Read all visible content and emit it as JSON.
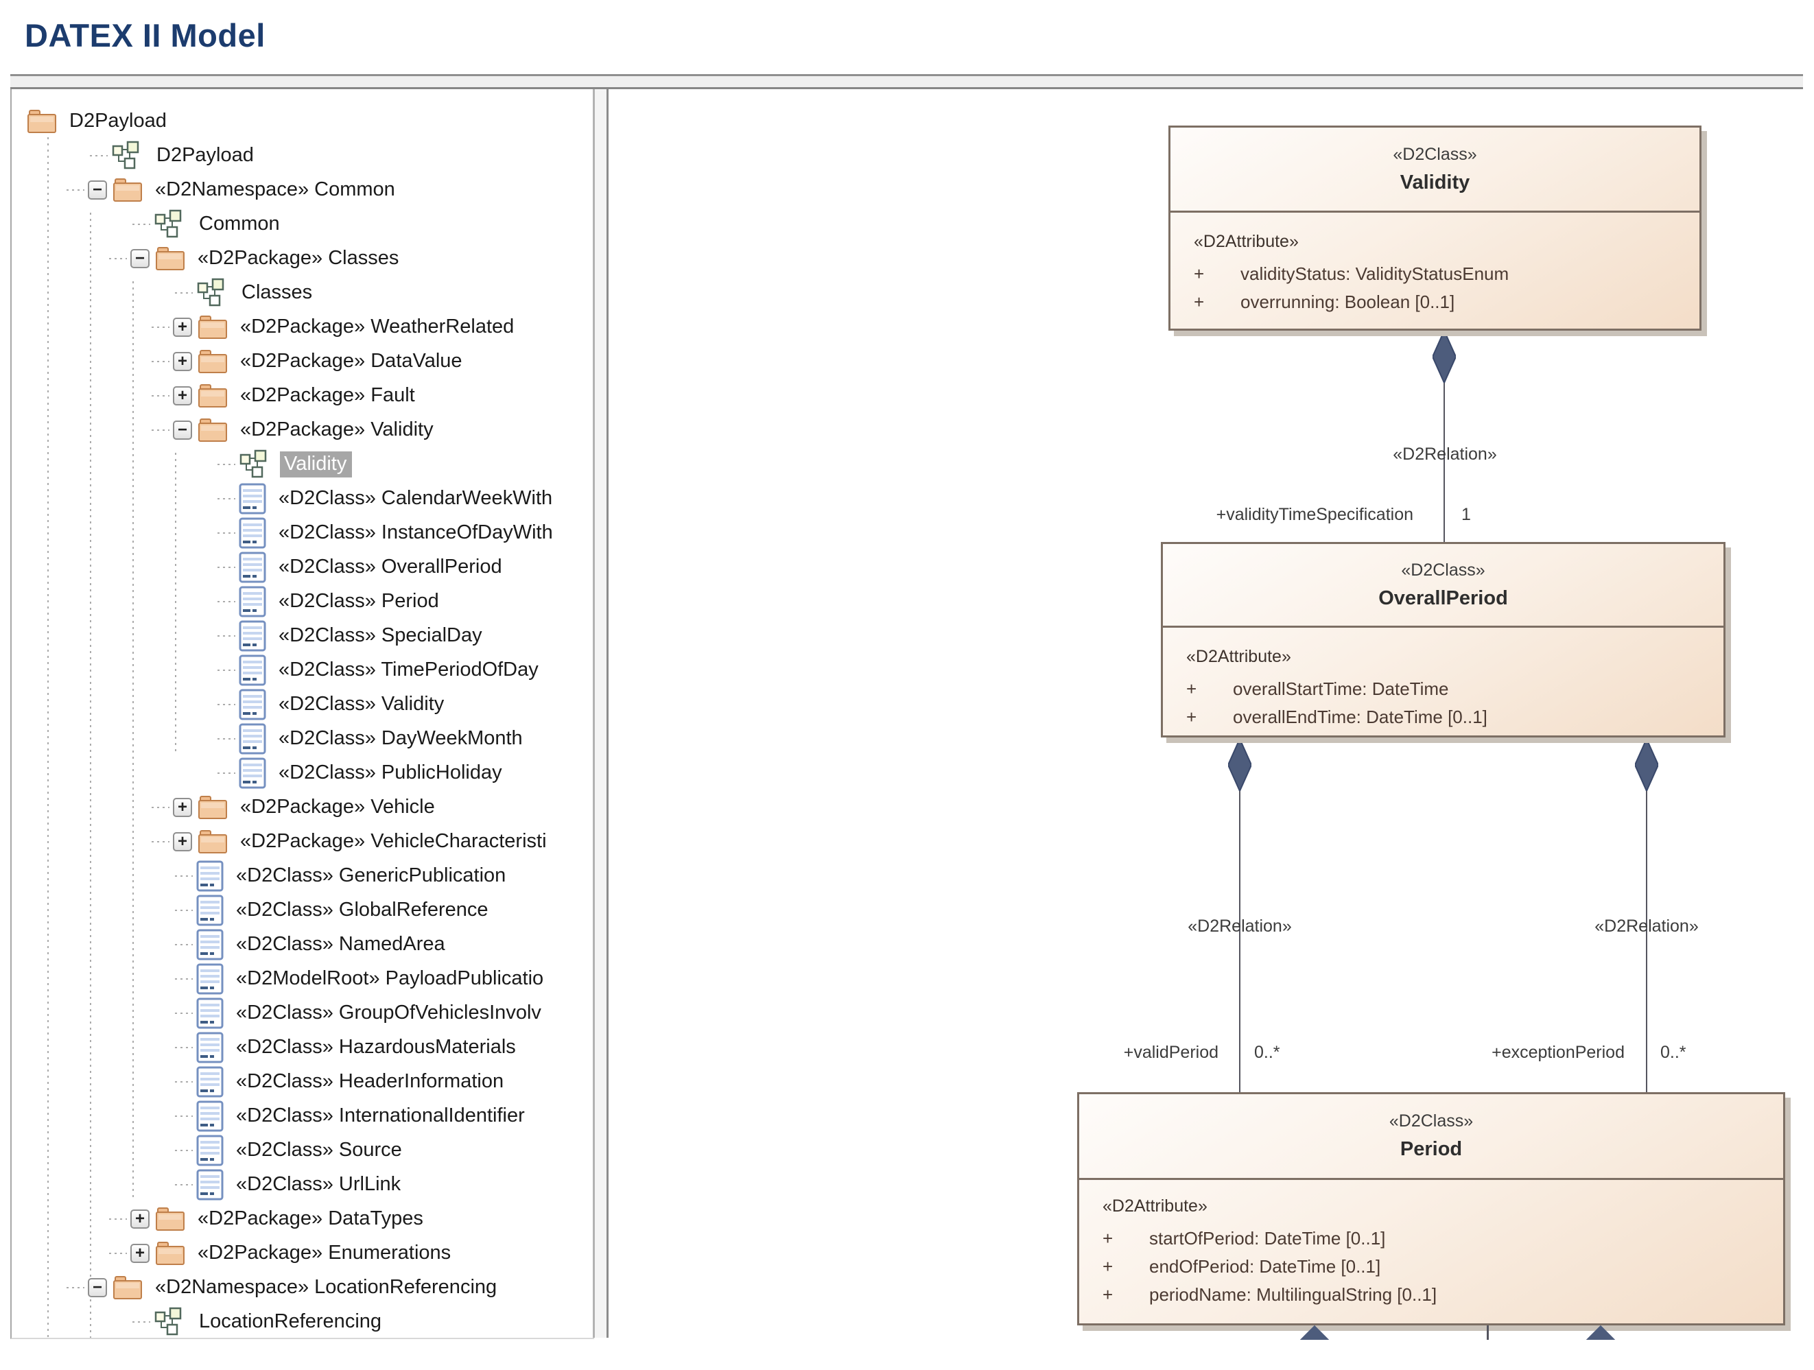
{
  "page": {
    "title": "DATEX II Model"
  },
  "colors": {
    "title_text": "#1c3c6e",
    "box_fill_light": "#fefcfa",
    "box_fill_dark": "#f3ddc8",
    "box_border": "#7d6f64",
    "box_shadow": "#c9c2b9",
    "diamond": "#4d5c7c",
    "relation_line": "#55555f",
    "selected_row_bg": "#a6a6a6",
    "selected_row_text": "#ffffff",
    "folder_fill": "#f0bc8d",
    "folder_border": "#bf7f4a",
    "class_icon_border": "#7590c0"
  },
  "tree": {
    "items": [
      {
        "label": "D2Payload",
        "icon": "folder",
        "expander": "none",
        "level": 0,
        "root": true
      },
      {
        "label": "D2Payload",
        "icon": "diagram",
        "expander": "none",
        "level": 1
      },
      {
        "label": "«D2Namespace» Common",
        "icon": "folder",
        "expander": "minus",
        "level": 1
      },
      {
        "label": "Common",
        "icon": "diagram",
        "expander": "none",
        "level": 2
      },
      {
        "label": "«D2Package» Classes",
        "icon": "folder",
        "expander": "minus",
        "level": 2
      },
      {
        "label": "Classes",
        "icon": "diagram",
        "expander": "none",
        "level": 3
      },
      {
        "label": "«D2Package» WeatherRelated",
        "icon": "folder",
        "expander": "plus",
        "level": 3
      },
      {
        "label": "«D2Package» DataValue",
        "icon": "folder",
        "expander": "plus",
        "level": 3
      },
      {
        "label": "«D2Package» Fault",
        "icon": "folder",
        "expander": "plus",
        "level": 3
      },
      {
        "label": "«D2Package» Validity",
        "icon": "folder",
        "expander": "minus",
        "level": 3
      },
      {
        "label": "Validity",
        "icon": "diagram",
        "expander": "none",
        "level": 4,
        "selected": true
      },
      {
        "label": "«D2Class» CalendarWeekWith",
        "icon": "class",
        "expander": "none",
        "level": 4
      },
      {
        "label": "«D2Class» InstanceOfDayWith",
        "icon": "class",
        "expander": "none",
        "level": 4
      },
      {
        "label": "«D2Class» OverallPeriod",
        "icon": "class",
        "expander": "none",
        "level": 4
      },
      {
        "label": "«D2Class» Period",
        "icon": "class",
        "expander": "none",
        "level": 4
      },
      {
        "label": "«D2Class» SpecialDay",
        "icon": "class",
        "expander": "none",
        "level": 4
      },
      {
        "label": "«D2Class» TimePeriodOfDay",
        "icon": "class",
        "expander": "none",
        "level": 4
      },
      {
        "label": "«D2Class» Validity",
        "icon": "class",
        "expander": "none",
        "level": 4
      },
      {
        "label": "«D2Class» DayWeekMonth",
        "icon": "class",
        "expander": "none",
        "level": 4
      },
      {
        "label": "«D2Class» PublicHoliday",
        "icon": "class",
        "expander": "none",
        "level": 4
      },
      {
        "label": "«D2Package» Vehicle",
        "icon": "folder",
        "expander": "plus",
        "level": 3
      },
      {
        "label": "«D2Package» VehicleCharacteristi",
        "icon": "folder",
        "expander": "plus",
        "level": 3
      },
      {
        "label": "«D2Class» GenericPublication",
        "icon": "class",
        "expander": "none",
        "level": 3
      },
      {
        "label": "«D2Class» GlobalReference",
        "icon": "class",
        "expander": "none",
        "level": 3
      },
      {
        "label": "«D2Class» NamedArea",
        "icon": "class",
        "expander": "none",
        "level": 3
      },
      {
        "label": "«D2ModelRoot» PayloadPublicatio",
        "icon": "class",
        "expander": "none",
        "level": 3
      },
      {
        "label": "«D2Class» GroupOfVehiclesInvolv",
        "icon": "class",
        "expander": "none",
        "level": 3
      },
      {
        "label": "«D2Class» HazardousMaterials",
        "icon": "class",
        "expander": "none",
        "level": 3
      },
      {
        "label": "«D2Class» HeaderInformation",
        "icon": "class",
        "expander": "none",
        "level": 3
      },
      {
        "label": "«D2Class» InternationalIdentifier",
        "icon": "class",
        "expander": "none",
        "level": 3
      },
      {
        "label": "«D2Class» Source",
        "icon": "class",
        "expander": "none",
        "level": 3
      },
      {
        "label": "«D2Class» UrlLink",
        "icon": "class",
        "expander": "none",
        "level": 3
      },
      {
        "label": "«D2Package» DataTypes",
        "icon": "folder",
        "expander": "plus",
        "level": 2
      },
      {
        "label": "«D2Package» Enumerations",
        "icon": "folder",
        "expander": "plus",
        "level": 2
      },
      {
        "label": "«D2Namespace» LocationReferencing",
        "icon": "folder",
        "expander": "minus",
        "level": 1
      },
      {
        "label": "LocationReferencing",
        "icon": "diagram",
        "expander": "none",
        "level": 2
      }
    ]
  },
  "diagram": {
    "classes": [
      {
        "stereotype": "«D2Class»",
        "name": "Validity",
        "attr_stereotype": "«D2Attribute»",
        "attributes": [
          {
            "vis": "+",
            "text": "validityStatus: ValidityStatusEnum"
          },
          {
            "vis": "+",
            "text": "overrunning: Boolean [0..1]"
          }
        ]
      },
      {
        "stereotype": "«D2Class»",
        "name": "OverallPeriod",
        "attr_stereotype": "«D2Attribute»",
        "attributes": [
          {
            "vis": "+",
            "text": "overallStartTime: DateTime"
          },
          {
            "vis": "+",
            "text": "overallEndTime: DateTime [0..1]"
          }
        ]
      },
      {
        "stereotype": "«D2Class»",
        "name": "Period",
        "attr_stereotype": "«D2Attribute»",
        "attributes": [
          {
            "vis": "+",
            "text": "startOfPeriod: DateTime [0..1]"
          },
          {
            "vis": "+",
            "text": "endOfPeriod: DateTime [0..1]"
          },
          {
            "vis": "+",
            "text": "periodName: MultilingualString [0..1]"
          }
        ]
      }
    ],
    "relations": [
      {
        "stereotype": "«D2Relation»",
        "role": "+validityTimeSpecification",
        "multiplicity": "1"
      },
      {
        "stereotype": "«D2Relation»",
        "role": "+validPeriod",
        "multiplicity": "0..*"
      },
      {
        "stereotype": "«D2Relation»",
        "role": "+exceptionPeriod",
        "multiplicity": "0..*"
      }
    ]
  }
}
